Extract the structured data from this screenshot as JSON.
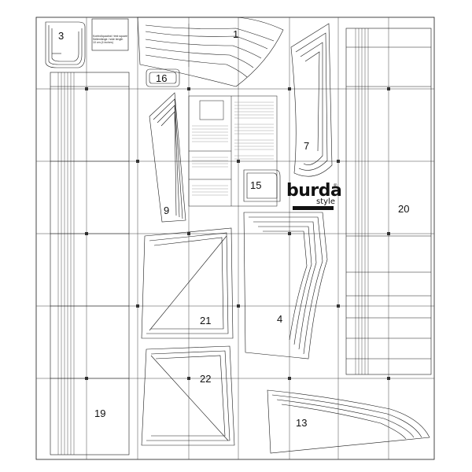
{
  "sheet": {
    "brand": {
      "name": "burda",
      "registered_mark": "®",
      "subtitle": "style"
    },
    "info_box": {
      "line1": "Kontrollquadrat / test square",
      "line2": "Seitenlänge / side length",
      "line3": "10 cm (4 inches)"
    },
    "piece_numbers": [
      "3",
      "15",
      "16",
      "1",
      "9",
      "4",
      "7",
      "20",
      "19",
      "21",
      "22",
      "13"
    ],
    "colors": {
      "line": "#1a1a1a",
      "background": "#ffffff"
    }
  }
}
